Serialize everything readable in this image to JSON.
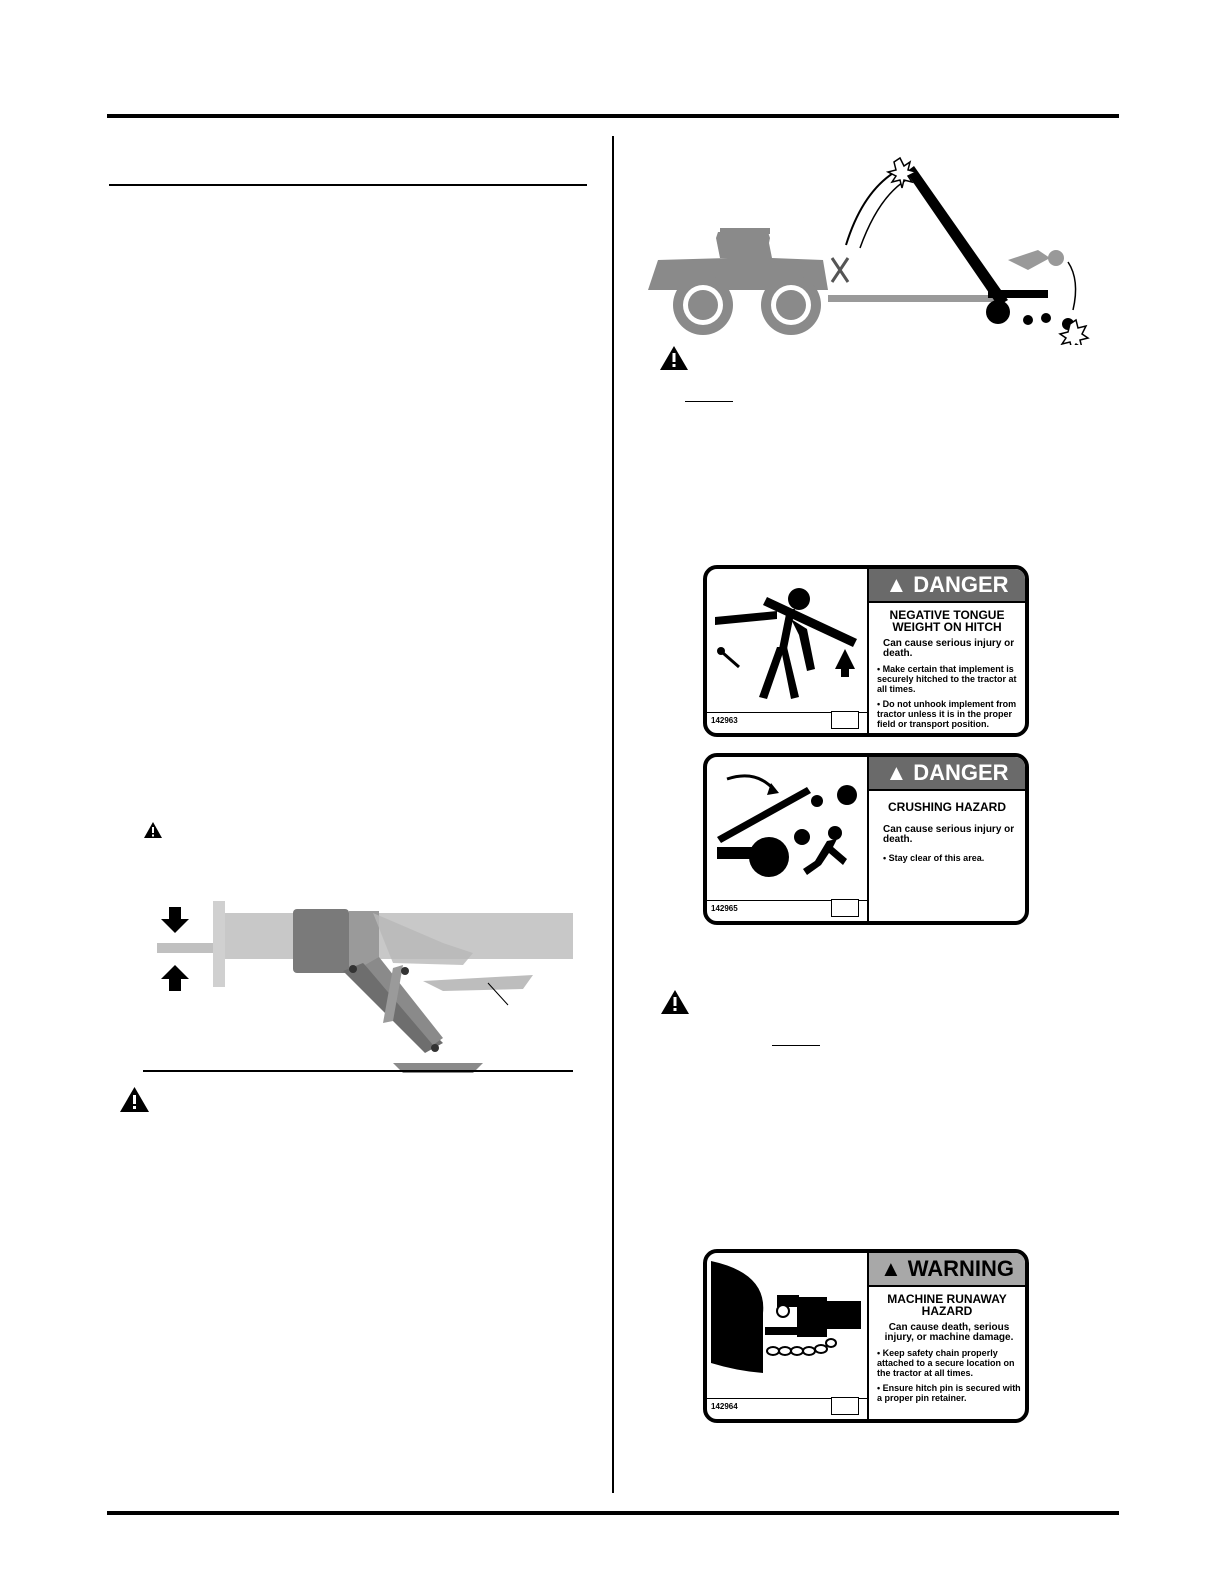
{
  "decals": [
    {
      "signal": "DANGER",
      "hazard_title": "NEGATIVE TONGUE WEIGHT ON HITCH",
      "consequence": "Can cause serious injury or death.",
      "bullets": [
        "Make certain that implement is securely hitched to the tractor at all times.",
        "Do not unhook implement from tractor unless it is in the proper field or transport position."
      ],
      "part_number": "142963"
    },
    {
      "signal": "DANGER",
      "hazard_title": "CRUSHING HAZARD",
      "consequence": "Can cause serious injury or death.",
      "bullets": [
        "Stay clear of this area."
      ],
      "part_number": "142965"
    },
    {
      "signal": "WARNING",
      "hazard_title": "MACHINE RUNAWAY HAZARD",
      "consequence": "Can cause death, serious injury, or machine damage.",
      "bullets": [
        "Keep safety chain properly attached to a secure location on the tractor at all times.",
        "Ensure hitch pin is secured with a proper pin retainer."
      ],
      "part_number": "142964"
    }
  ],
  "colors": {
    "danger_band": "#6a6a6a",
    "warning_band": "#a8a8a8",
    "illustration_gray": "#8a8a8a",
    "light_gray": "#c8c8c8"
  },
  "icons": [
    "warning-triangle-icon",
    "manual-reference-icon"
  ]
}
